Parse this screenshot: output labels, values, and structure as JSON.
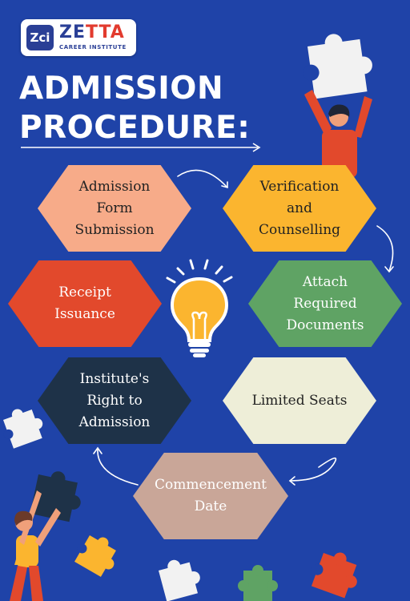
{
  "brand": {
    "mark": "Zci",
    "name_main": "ZE",
    "name_accent": "TTA",
    "tagline": "CAREER INSTITUTE"
  },
  "title": {
    "line1": "ADMISSION",
    "line2": "PROCEDURE:"
  },
  "steps": [
    {
      "label": "Admission Form Submission",
      "color": "#f7ab89"
    },
    {
      "label": "Verification and Counselling",
      "color": "#fbb52f"
    },
    {
      "label": "Receipt Issuance",
      "color": "#e2492c"
    },
    {
      "label": "Attach Required Documents",
      "color": "#5fa364"
    },
    {
      "label": "Institute's Right to Admission",
      "color": "#1e3248"
    },
    {
      "label": "Limited Seats",
      "color": "#eeeed8"
    },
    {
      "label": "Commencement Date",
      "color": "#c9a698"
    }
  ],
  "colors": {
    "background": "#1f43a8",
    "brand_blue": "#2a3f96",
    "brand_red": "#e23b2e"
  },
  "icons": [
    "lightbulb-icon",
    "puzzle-piece-icon",
    "arrow-icon"
  ]
}
